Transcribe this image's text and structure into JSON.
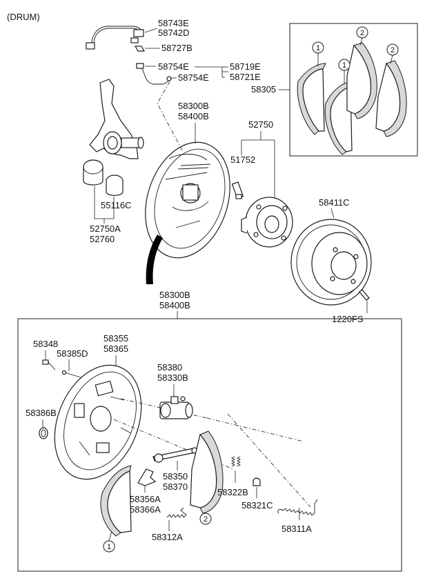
{
  "title": "(DRUM)",
  "labels": {
    "p58743E": "58743E",
    "p58742D": "58742D",
    "p58727B": "58727B",
    "p58754E_a": "58754E",
    "p58754E_b": "58754E",
    "p58719E": "58719E",
    "p58721E": "58721E",
    "p58305": "58305",
    "p58300B_top": "58300B",
    "p58400B_top": "58400B",
    "p52750": "52750",
    "p51752": "51752",
    "p55116C": "55116C",
    "p52750A": "52750A",
    "p52760": "52760",
    "p58411C": "58411C",
    "p1220FS": "1220FS",
    "p58300B_mid": "58300B",
    "p58400B_mid": "58400B",
    "p58348": "58348",
    "p58355": "58355",
    "p58365": "58365",
    "p58385D": "58385D",
    "p58380": "58380",
    "p58330B": "58330B",
    "p58386B": "58386B",
    "p58350": "58350",
    "p58370": "58370",
    "p58322B": "58322B",
    "p58356A": "58356A",
    "p58366A": "58366A",
    "p58321C": "58321C",
    "p58312A": "58312A",
    "p58311A": "58311A"
  },
  "callouts": {
    "c1a": "1",
    "c1b": "1",
    "c2a": "2",
    "c2b": "2",
    "c2c": "2",
    "c1c": "1"
  }
}
